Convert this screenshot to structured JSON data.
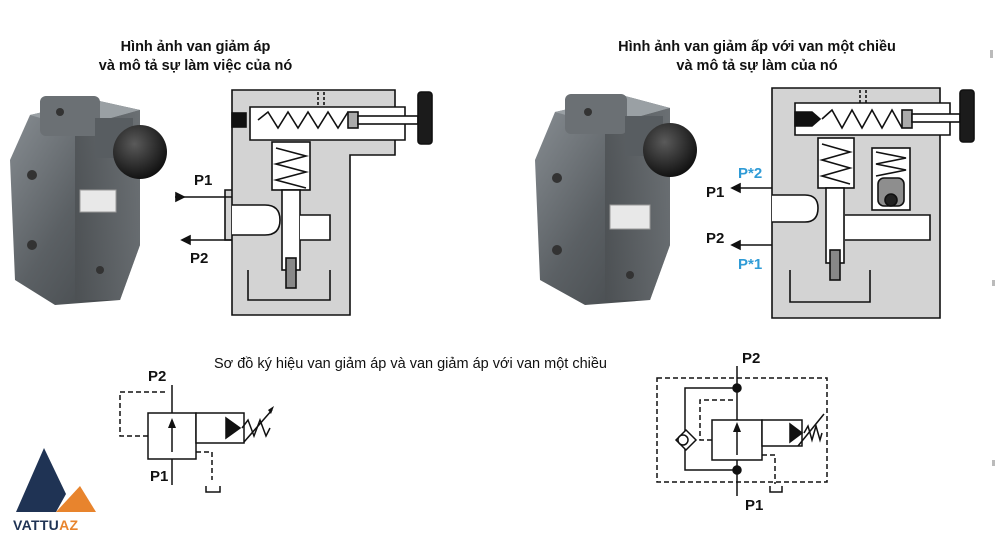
{
  "captions": {
    "top_left_line1": "Hình ảnh van giảm áp",
    "top_left_line2": "và mô tả sự làm việc của nó",
    "top_right_line1": "Hình ảnh van giảm ấp với van một chiều",
    "top_right_line2": "và mô tả sự làm của nó",
    "symbols_title": "Sơ đồ ký hiệu van giảm áp và van giảm áp với van một chiều"
  },
  "ports": {
    "left_section_p1": "P1",
    "left_section_p2": "P2",
    "right_section_p1": "P1",
    "right_section_p2": "P2",
    "right_section_pstar2": "P*2",
    "right_section_pstar1": "P*1",
    "symbol_left_p2": "P2",
    "symbol_left_p1": "P1",
    "symbol_right_p2": "P2",
    "symbol_right_p1": "P1"
  },
  "logo": {
    "text_part1": "VATTU",
    "text_part2": "AZ",
    "colors": {
      "navy": "#1f3354",
      "orange": "#e8842d"
    }
  },
  "colors": {
    "body_fill": "#d3d3d3",
    "line": "#111111",
    "port_blue": "#2f9bd6",
    "valve_metal": "#5f6468",
    "knob": "#1b1b1b"
  },
  "icons": [
    "valve-photo",
    "check-valve-symbol",
    "spring-symbol",
    "tank-symbol",
    "adjustable-spring-arrow"
  ]
}
